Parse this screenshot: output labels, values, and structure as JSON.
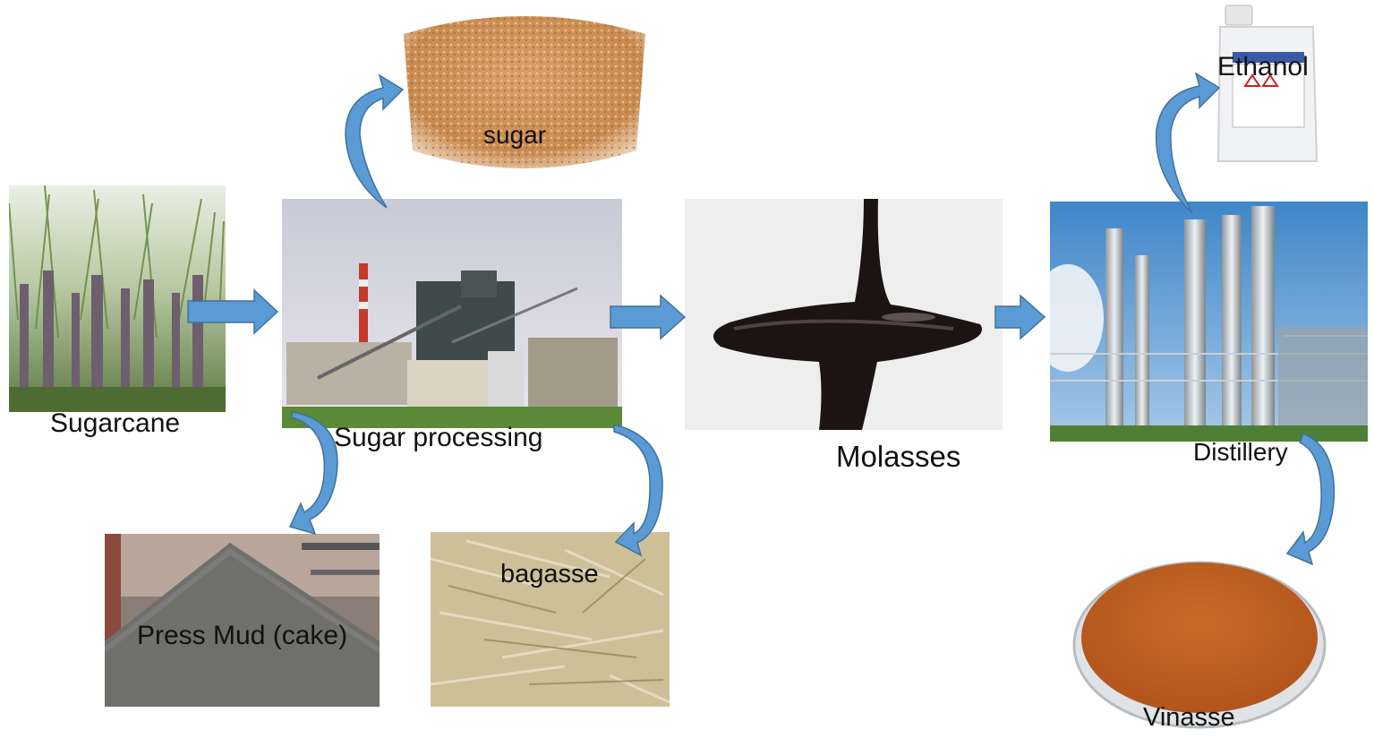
{
  "nodes": {
    "sugarcane": {
      "label": "Sugarcane"
    },
    "sugar_processing": {
      "label": "Sugar processing"
    },
    "sugar": {
      "label": "sugar"
    },
    "press_mud": {
      "label": "Press Mud (cake)"
    },
    "bagasse": {
      "label": "bagasse"
    },
    "molasses": {
      "label": "Molasses"
    },
    "distillery": {
      "label": "Distillery"
    },
    "ethanol": {
      "label": "Ethanol"
    },
    "vinasse": {
      "label": "Vinasse"
    }
  },
  "colors": {
    "arrow": "#5b9bd5",
    "arrow_stroke": "#41719c"
  }
}
